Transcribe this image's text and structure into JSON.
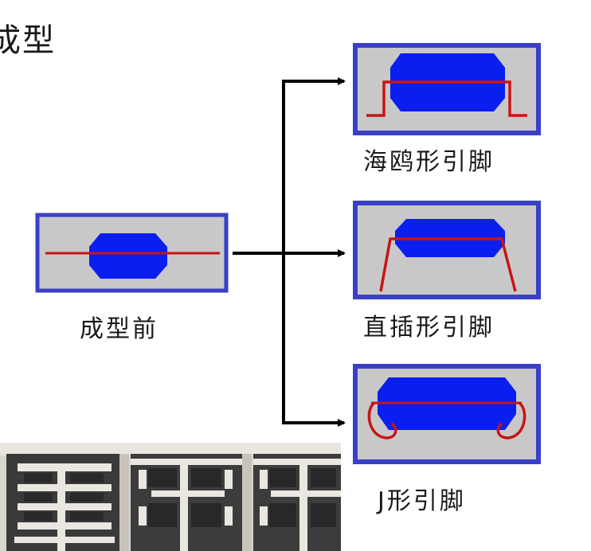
{
  "title": "成型",
  "labels": {
    "before": "成型前",
    "gull_wing": "海鸥形引脚",
    "straight": "直插形引脚",
    "j_lead": "J形引脚"
  },
  "colors": {
    "frame_border": "#3a3fc8",
    "frame_fill": "#c8c8c8",
    "package": "#0a1ef0",
    "lead": "#c81414",
    "arrow": "#000000"
  }
}
